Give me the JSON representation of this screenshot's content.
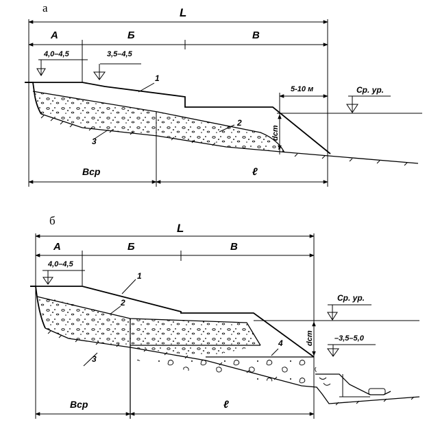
{
  "panel_a": {
    "letter": "а",
    "total_length": "L",
    "zone_a": "А",
    "zone_b": "Б",
    "zone_v": "В",
    "mark_a": "4,0–4,5",
    "mark_b": "3,5–4,5",
    "offset": "5-10 м",
    "water_level": "Ср. ур.",
    "depth": "dст",
    "width_cp": "Вср",
    "length": "ℓ",
    "callout_1": "1",
    "callout_2": "2",
    "callout_3": "3"
  },
  "panel_b": {
    "letter": "б",
    "total_length": "L",
    "zone_a": "А",
    "zone_b": "Б",
    "zone_v": "В",
    "mark_a": "4,0–4,5",
    "water_level": "Ср. ур.",
    "mark_low": "–3,5–5,0",
    "depth": "dст",
    "width_cp": "Вср",
    "length": "ℓ",
    "callout_1": "1",
    "callout_2": "2",
    "callout_3": "3",
    "callout_4": "4"
  }
}
